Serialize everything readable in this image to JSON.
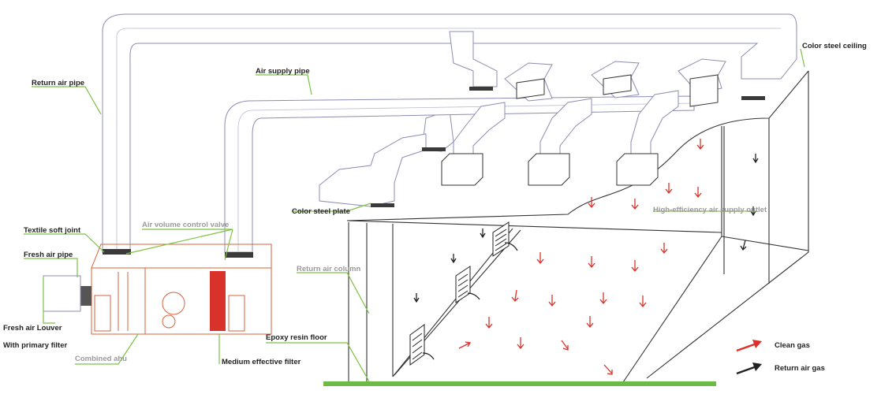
{
  "labels": {
    "return_air_pipe": "Return air pipe",
    "air_supply_pipe": "Air supply pipe",
    "color_steel_ceiling": "Color steel ceiling",
    "color_steel_plate": "Color steel plate",
    "high_efficiency_outlet": "High-efficiency air supply outlet",
    "textile_soft_joint": "Textile soft joint",
    "air_volume_control_valve": "Air volume control valve",
    "fresh_air_pipe": "Fresh air pipe",
    "return_air_column": "Return air column",
    "fresh_air_louver": "Fresh air Louver",
    "with_primary_filter": "With primary filter",
    "combined_ahu": "Combined ahu",
    "epoxy_resin_floor": "Epoxy resin floor",
    "medium_effective_filter": "Medium effective filter"
  },
  "legend": {
    "clean_gas": "Clean gas",
    "return_air_gas": "Return air gas"
  },
  "colors": {
    "leader": "#7cc243",
    "clean_gas_arrow": "#d9322a",
    "return_air_arrow": "#222222",
    "floor": "#6dbb45",
    "ahu_outline": "#d9623b",
    "medium_filter": "#d9322a"
  }
}
